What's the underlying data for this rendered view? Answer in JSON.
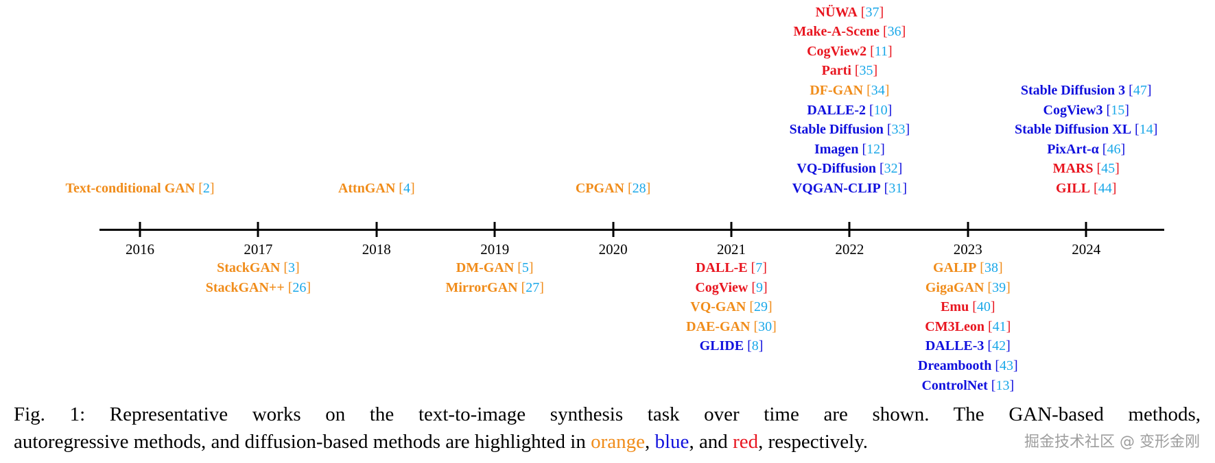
{
  "timeline": {
    "years": [
      "2016",
      "2017",
      "2018",
      "2019",
      "2020",
      "2021",
      "2022",
      "2023",
      "2024"
    ],
    "above": [
      {
        "year": "2016",
        "items": [
          {
            "name": "Text-conditional GAN",
            "ref": "2",
            "type": "gan"
          }
        ]
      },
      {
        "year": "2018",
        "items": [
          {
            "name": "AttnGAN",
            "ref": "4",
            "type": "gan"
          }
        ]
      },
      {
        "year": "2020",
        "items": [
          {
            "name": "CPGAN",
            "ref": "28",
            "type": "gan"
          }
        ]
      },
      {
        "year": "2022",
        "items": [
          {
            "name": "NÜWA",
            "ref": "37",
            "type": "diff"
          },
          {
            "name": "Make-A-Scene",
            "ref": "36",
            "type": "diff"
          },
          {
            "name": "CogView2",
            "ref": "11",
            "type": "diff"
          },
          {
            "name": "Parti",
            "ref": "35",
            "type": "diff"
          },
          {
            "name": "DF-GAN",
            "ref": "34",
            "type": "gan"
          },
          {
            "name": "DALLE-2",
            "ref": "10",
            "type": "ar"
          },
          {
            "name": "Stable Diffusion",
            "ref": "33",
            "type": "ar"
          },
          {
            "name": "Imagen",
            "ref": "12",
            "type": "ar"
          },
          {
            "name": "VQ-Diffusion",
            "ref": "32",
            "type": "ar"
          },
          {
            "name": "VQGAN-CLIP",
            "ref": "31",
            "type": "ar"
          }
        ]
      },
      {
        "year": "2024",
        "items": [
          {
            "name": "Stable Diffusion 3",
            "ref": "47",
            "type": "ar"
          },
          {
            "name": "CogView3",
            "ref": "15",
            "type": "ar"
          },
          {
            "name": "Stable Diffusion XL",
            "ref": "14",
            "type": "ar"
          },
          {
            "name": "PixArt-α",
            "ref": "46",
            "type": "ar"
          },
          {
            "name": "MARS",
            "ref": "45",
            "type": "diff"
          },
          {
            "name": "GILL",
            "ref": "44",
            "type": "diff"
          }
        ]
      }
    ],
    "below": [
      {
        "year": "2017",
        "items": [
          {
            "name": "StackGAN",
            "ref": "3",
            "type": "gan"
          },
          {
            "name": "StackGAN++",
            "ref": "26",
            "type": "gan"
          }
        ]
      },
      {
        "year": "2019",
        "items": [
          {
            "name": "DM-GAN",
            "ref": "5",
            "type": "gan"
          },
          {
            "name": "MirrorGAN",
            "ref": "27",
            "type": "gan"
          }
        ]
      },
      {
        "year": "2021",
        "items": [
          {
            "name": "DALL-E",
            "ref": "7",
            "type": "diff"
          },
          {
            "name": "CogView",
            "ref": "9",
            "type": "diff"
          },
          {
            "name": "VQ-GAN",
            "ref": "29",
            "type": "gan"
          },
          {
            "name": "DAE-GAN",
            "ref": "30",
            "type": "gan"
          },
          {
            "name": "GLIDE",
            "ref": "8",
            "type": "ar"
          }
        ]
      },
      {
        "year": "2023",
        "items": [
          {
            "name": "GALIP",
            "ref": "38",
            "type": "gan"
          },
          {
            "name": "GigaGAN",
            "ref": "39",
            "type": "gan"
          },
          {
            "name": "Emu",
            "ref": "40",
            "type": "diff"
          },
          {
            "name": "CM3Leon",
            "ref": "41",
            "type": "diff"
          },
          {
            "name": "DALLE-3",
            "ref": "42",
            "type": "ar"
          },
          {
            "name": "Dreambooth",
            "ref": "43",
            "type": "ar"
          },
          {
            "name": "ControlNet",
            "ref": "13",
            "type": "ar"
          }
        ]
      }
    ]
  },
  "colors": {
    "gan": "#F08C1A",
    "ar": "#1010DD",
    "diff": "#E8151F",
    "ref": "#19A7E8"
  },
  "caption": {
    "line1": "Fig. 1: Representative works on the text-to-image synthesis task over time are shown. The GAN-based methods,",
    "line2_pre": "autoregressive methods, and diffusion-based methods are highlighted in ",
    "orange": "orange",
    "sep1": ", ",
    "blue": "blue",
    "sep2": ", and ",
    "red": "red",
    "line2_post": ", respectively."
  },
  "watermark": "掘金技术社区 @ 变形金刚"
}
